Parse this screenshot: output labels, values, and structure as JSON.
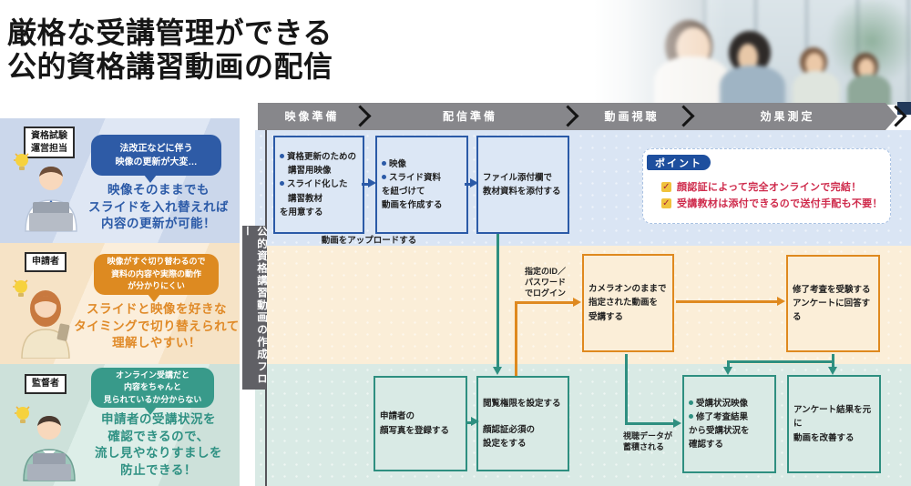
{
  "title": "厳格な受講管理ができる\n公的資格講習動画の配信",
  "flow_bar": {
    "phases": [
      "映像準備",
      "配信準備",
      "動画視聴",
      "効果測定"
    ]
  },
  "vertical_label": "公的資格講習動画の作成フロー",
  "personas": [
    {
      "role": "資格試験\n運営担当",
      "bubble": "法改正などに伴う\n映像の更新が大変…",
      "message": "映像そのままでも\nスライドを入れ替えれば\n内容の更新が可能！"
    },
    {
      "role": "申請者",
      "bubble": "映像がすぐ切り替わるので\n資料の内容や実際の動作\nが分かりにくい",
      "message": "スライドと映像を好きな\nタイミングで切り替えられて\n理解しやすい！"
    },
    {
      "role": "監督者",
      "bubble": "オンライン受講だと\n内容をちゃんと\n見られているか分からない",
      "message": "申請者の受講状況を\n確認できるので、\n流し見やなりすましを\n防止できる！"
    }
  ],
  "steps": [
    {
      "id": "prepare-materials",
      "lines": [
        {
          "b": true,
          "t": "資格更新のための"
        },
        {
          "i": true,
          "t": "講習用映像"
        },
        {
          "b": true,
          "t": "スライド化した"
        },
        {
          "i": true,
          "t": "講習教材"
        },
        {
          "t": "を用意する"
        }
      ]
    },
    {
      "id": "create-video",
      "lines": [
        {
          "b": true,
          "t": "映像"
        },
        {
          "b": true,
          "t": "スライド資料"
        },
        {
          "t": "を紐づけて"
        },
        {
          "t": "動画を作成する"
        }
      ]
    },
    {
      "id": "attach-materials",
      "lines": [
        {
          "t": "ファイル添付欄で"
        },
        {
          "t": "教材資料を添付する"
        }
      ]
    },
    {
      "id": "watch-video",
      "lines": [
        {
          "t": "カメラオンのままで"
        },
        {
          "t": "指定された動画を"
        },
        {
          "t": "受講する"
        }
      ]
    },
    {
      "id": "final-exam",
      "lines": [
        {
          "t": "修了考査を受験する"
        },
        {
          "t": "アンケートに回答する"
        }
      ]
    },
    {
      "id": "register-face",
      "lines": [
        {
          "t": "申請者の"
        },
        {
          "t": "顔写真を登録する"
        }
      ]
    },
    {
      "id": "set-permissions",
      "lines": [
        {
          "t": "閲覧権限を設定する"
        },
        {
          "t": ""
        },
        {
          "t": "顔認証必須の"
        },
        {
          "t": "設定をする"
        }
      ]
    },
    {
      "id": "check-status",
      "lines": [
        {
          "b": true,
          "t": "受講状況映像"
        },
        {
          "b": true,
          "t": "修了考査結果"
        },
        {
          "t": "から受講状況を"
        },
        {
          "t": "確認する"
        }
      ]
    },
    {
      "id": "improve-video",
      "lines": [
        {
          "t": "アンケート結果を元に"
        },
        {
          "t": "動画を改善する"
        }
      ]
    }
  ],
  "labels": {
    "upload": "動画をアップロードする",
    "login": "指定のID／\nパスワード\nでログイン",
    "viewing_data": "視聴データが\n蓄積される"
  },
  "point": {
    "badge": "ポイント",
    "check_glyph": "✓",
    "items": [
      "顔認証によって完全オンラインで完結！",
      "受講教材は添付できるので送付手配も不要！"
    ]
  },
  "colors": {
    "accent_blue": "#2b5aa7",
    "accent_orange": "#df891f",
    "accent_teal": "#2e8f80",
    "point_red": "#cf2b4c",
    "badge_navy": "#1e4f9e",
    "bar_gray": "#87878b"
  }
}
